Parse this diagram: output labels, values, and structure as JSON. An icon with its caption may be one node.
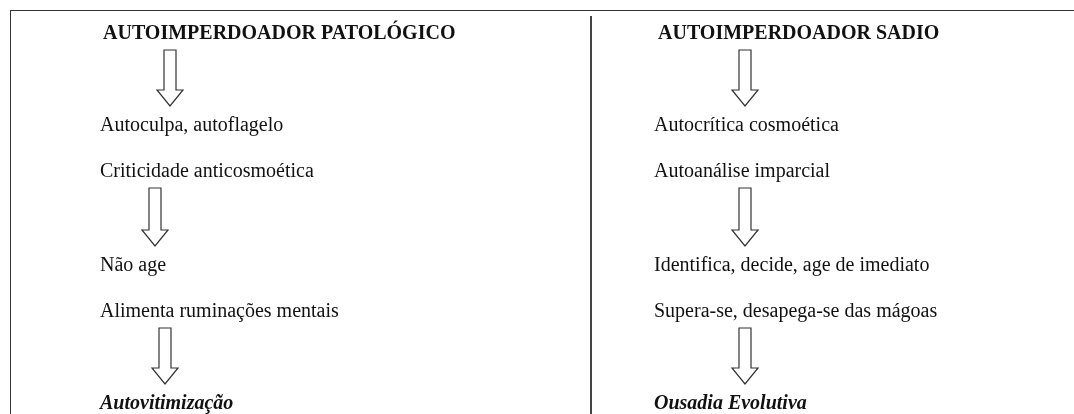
{
  "diagram": {
    "nodes": [
      {
        "text": [
          "AUTOIMPERDOADOR PATOLÓGICO"
        ]
      },
      {
        "text": [
          "Autoculpa, autoflagelo",
          "Criticidade anticosmoética"
        ]
      },
      {
        "text": [
          "Não age",
          "Alimenta ruminações mentais"
        ]
      },
      {
        "text": [
          "Autovitimização"
        ]
      },
      {
        "text": [
          "AUTOIMPERDOADOR SADIO"
        ]
      },
      {
        "text": [
          "Autocrítica cosmoética",
          "Autoanálise imparcial"
        ]
      },
      {
        "text": [
          "Identifica, decide, age de imediato",
          "Supera-se, desapega-se das mágoas"
        ]
      },
      {
        "text": [
          "Ousadia Evolutiva"
        ]
      }
    ],
    "edges": [
      {
        "from": 0,
        "to": 1,
        "arrow": "to"
      },
      {
        "from": 1,
        "to": 2,
        "arrow": "to"
      },
      {
        "from": 2,
        "to": 3,
        "arrow": "to"
      },
      {
        "from": 4,
        "to": 5,
        "arrow": "to"
      },
      {
        "from": 5,
        "to": 6,
        "arrow": "to"
      },
      {
        "from": 6,
        "to": 7,
        "arrow": "to"
      }
    ]
  }
}
